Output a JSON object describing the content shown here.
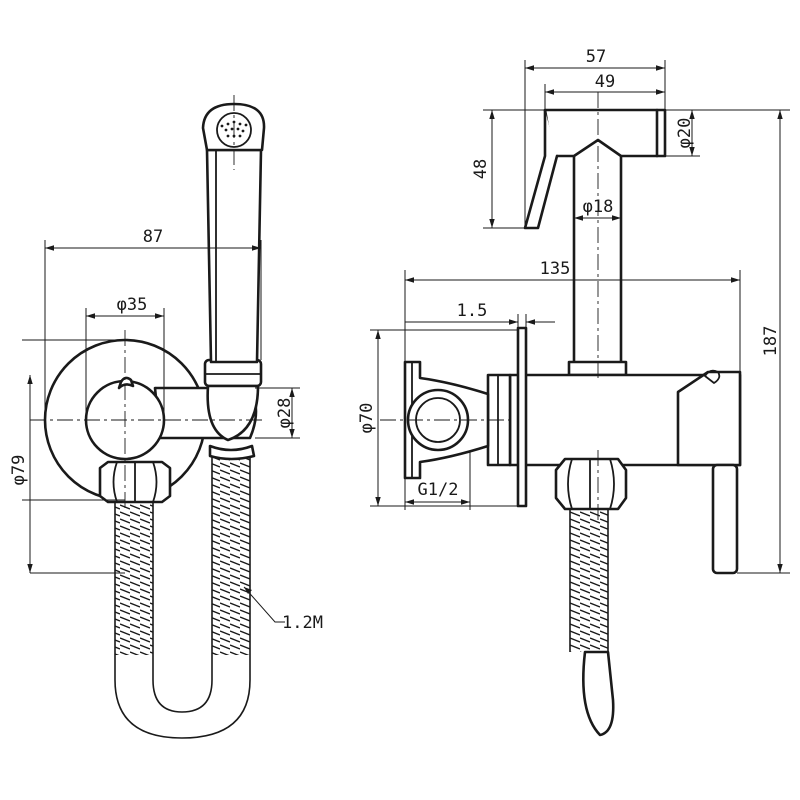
{
  "dimensions": {
    "left_width": "87",
    "left_knob_diameter": "φ35",
    "left_holder_diameter": "φ28",
    "left_plate_diameter": "φ79",
    "hose_length": "1.2M",
    "top_length_outer": "57",
    "top_length_inner": "49",
    "head_diameter": "φ20",
    "head_height": "48",
    "stem_diameter": "φ18",
    "body_length": "135",
    "plate_thickness": "1.5",
    "right_plate_diameter": "φ70",
    "thread": "G1/2",
    "total_height": "187"
  }
}
